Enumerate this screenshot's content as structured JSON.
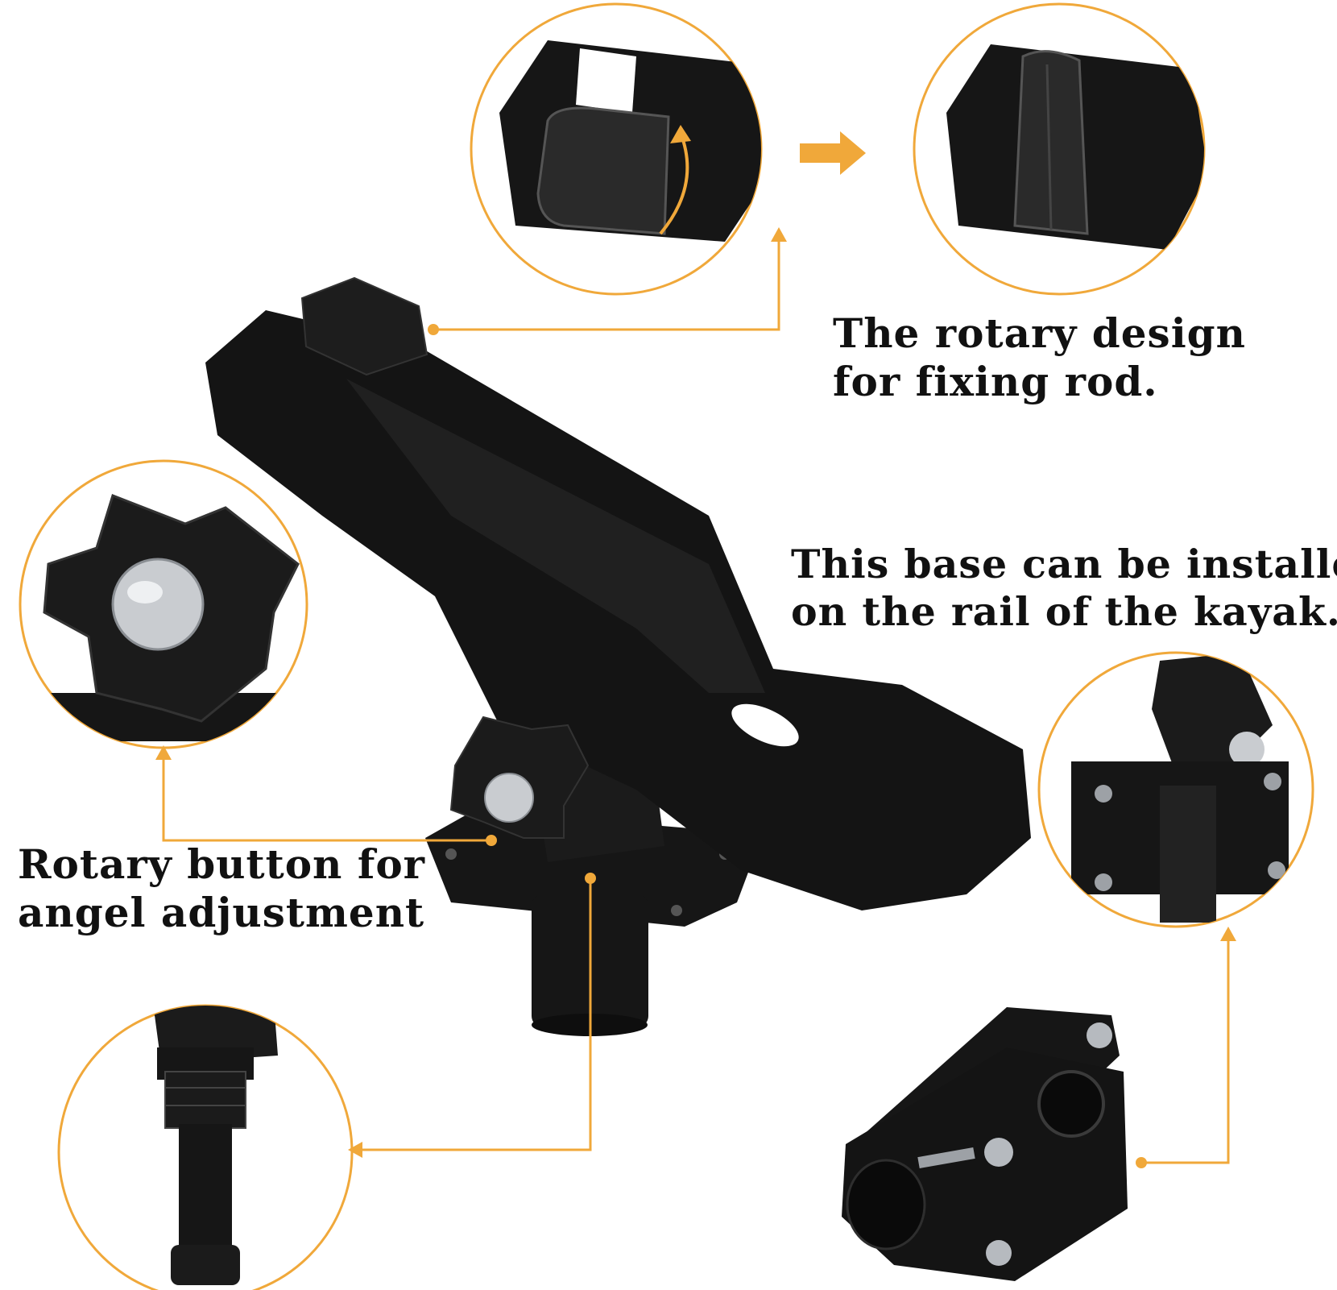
{
  "colors": {
    "accent": "#f0a83a",
    "product": "#161616",
    "product_highlight": "#3a3a3a",
    "metal": "#c9ccd0",
    "background": "#ffffff",
    "text": "#111111"
  },
  "captions": {
    "rotary_design": {
      "line1": "The rotary design",
      "line2": "for fixing rod."
    },
    "base_install": {
      "line1": "This base can be installed",
      "line2": "on the rail of the kayak."
    },
    "rotary_button": {
      "line1": "Rotary button for",
      "line2": "angel adjustment"
    }
  },
  "icons": {
    "direction_arrow": "arrow-right-icon"
  }
}
